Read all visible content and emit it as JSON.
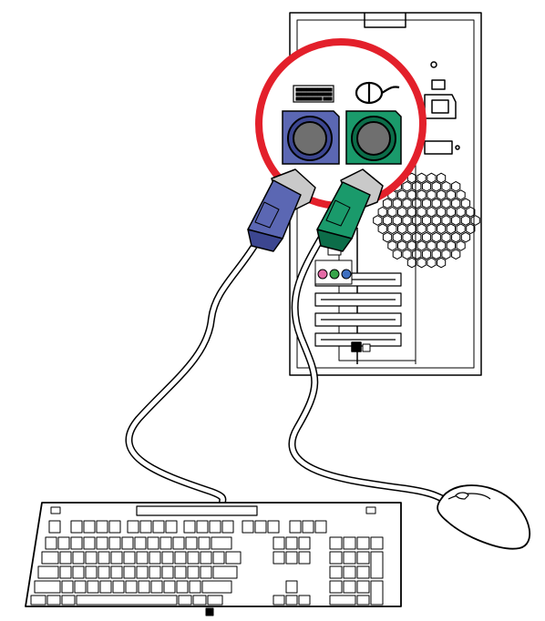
{
  "colors": {
    "outline": "#000000",
    "background": "#ffffff",
    "callout_ring": "#e3202b",
    "keyboard_port": "#5b67b3",
    "keyboard_port_dark": "#3c4690",
    "mouse_port": "#1a9a6b",
    "mouse_port_dark": "#0c6d49",
    "port_hole": "#6f6f6f",
    "audio_pink": "#e46aa6",
    "audio_green": "#37a54a",
    "audio_blue": "#3e6fc0",
    "cable": "#ffffff"
  },
  "icons": {
    "keyboard_port_symbol": "keyboard-icon",
    "mouse_port_symbol": "mouse-icon"
  },
  "parts": [
    "computer-tower",
    "ps2-port-callout",
    "keyboard-ps2-port",
    "mouse-ps2-port",
    "keyboard-ps2-connector",
    "mouse-ps2-connector",
    "keyboard-cable",
    "mouse-cable",
    "keyboard",
    "mouse"
  ]
}
